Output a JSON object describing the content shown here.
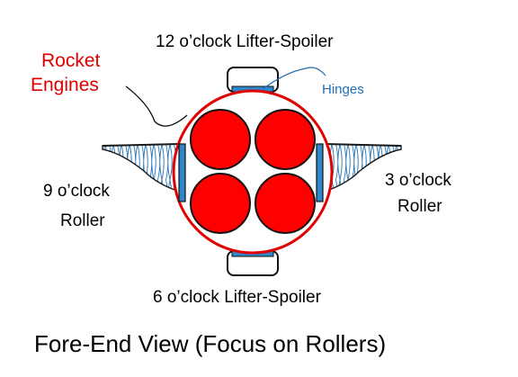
{
  "labels": {
    "top_spoiler": "12 o’clock Lifter-Spoiler",
    "bottom_spoiler": "6 o’clock Lifter-Spoiler",
    "rocket_line1": "Rocket",
    "rocket_line2": "Engines",
    "hinges": "Hinges",
    "left_roller_line1": "9 o’clock",
    "left_roller_line2": "Roller",
    "right_roller_line1": "3 o’clock",
    "right_roller_line2": "Roller",
    "view_title": "Fore-End View (Focus on Rollers)"
  },
  "colors": {
    "engine_red": "#ff0000",
    "body_outline_red": "#e00000",
    "hinge_blue": "#1f6fb2",
    "roller_fill_blue": "#2f86c8",
    "mesh_blue": "#2a78b8",
    "text_black": "#000000"
  },
  "components": {
    "engines": [
      "engine-top-left",
      "engine-top-right",
      "engine-bottom-left",
      "engine-bottom-right"
    ],
    "spoilers": [
      "12 o’clock",
      "6 o’clock"
    ],
    "rollers": [
      "9 o’clock",
      "3 o’clock"
    ]
  }
}
